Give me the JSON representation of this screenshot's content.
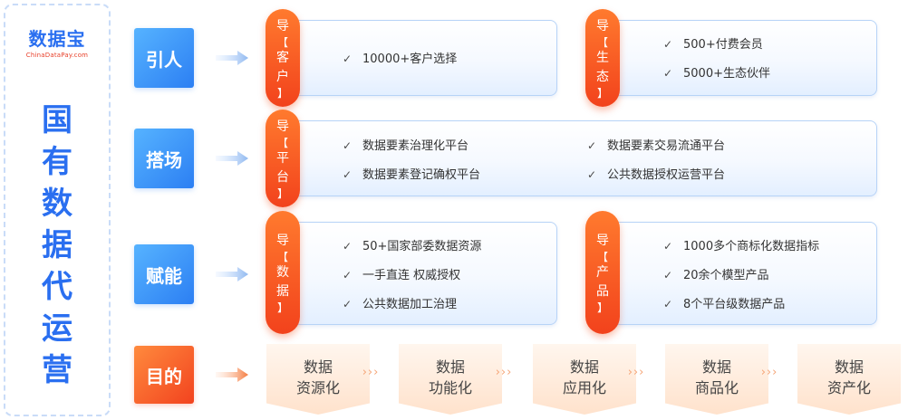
{
  "logo": {
    "main": "数据宝",
    "sub": "ChinaDataPay.com"
  },
  "title_chars": [
    "国",
    "有",
    "数",
    "据",
    "代",
    "运",
    "营"
  ],
  "rows": {
    "r1": {
      "label": "引人"
    },
    "r2": {
      "label": "搭场"
    },
    "r3": {
      "label": "赋能"
    },
    "r4": {
      "label": "目的"
    }
  },
  "cards": {
    "customer": {
      "pill": [
        "导",
        "【",
        "客",
        "户",
        "】"
      ],
      "items": [
        "10000+客户选择"
      ]
    },
    "ecology": {
      "pill": [
        "导",
        "【",
        "生",
        "态",
        "】"
      ],
      "items": [
        "500+付费会员",
        "5000+生态伙伴"
      ]
    },
    "platform": {
      "pill": [
        "导",
        "【",
        "平",
        "台",
        "】"
      ],
      "items": [
        "数据要素治理化平台",
        "数据要素交易流通平台",
        "数据要素登记确权平台",
        "公共数据授权运营平台"
      ]
    },
    "data": {
      "pill": [
        "导",
        "【",
        "数",
        "据",
        "】"
      ],
      "items": [
        "50+国家部委数据资源",
        "一手直连 权威授权",
        "公共数据加工治理"
      ]
    },
    "product": {
      "pill": [
        "导",
        "【",
        "产",
        "品",
        "】"
      ],
      "items": [
        "1000多个商标化数据指标",
        "20余个模型产品",
        "8个平台级数据产品"
      ]
    }
  },
  "goals": [
    {
      "line1": "数据",
      "line2": "资源化"
    },
    {
      "line1": "数据",
      "line2": "功能化"
    },
    {
      "line1": "数据",
      "line2": "应用化"
    },
    {
      "line1": "数据",
      "line2": "商品化"
    },
    {
      "line1": "数据",
      "line2": "资产化"
    }
  ],
  "separator": "›››",
  "check_glyph": "✓",
  "colors": {
    "brand_blue": "#2a6ff0",
    "accent_orange": "#f2431f",
    "card_border": "#b7d3f7"
  }
}
